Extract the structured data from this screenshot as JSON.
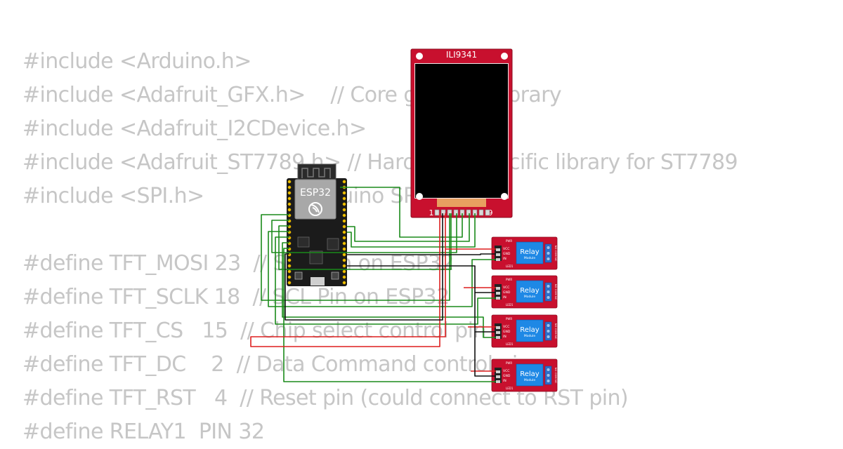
{
  "code": {
    "lines": [
      "#include <Arduino.h>",
      "#include <Adafruit_GFX.h>    // Core graphics library",
      "#include <Adafruit_I2CDevice.h>",
      "#include <Adafruit_ST7789.h> // Hardware-specific library for ST7789",
      "#include <SPI.h>             // Arduino SPI library",
      "",
      "#define TFT_MOSI 23  // SDA Pin on ESP32",
      "#define TFT_SCLK 18  // SCL Pin on ESP32",
      "#define TFT_CS   15  // Chip select control pin",
      "#define TFT_DC    2  // Data Command control pin",
      "#define TFT_RST   4  // Reset pin (could connect to RST pin)",
      "#define RELAY1  PIN 32"
    ]
  },
  "display": {
    "title": "ILI9341",
    "pin_first": "1",
    "pin_last": "9"
  },
  "board": {
    "label": "ESP32"
  },
  "relay": {
    "label": "Relay",
    "sublabel": "Module",
    "pin_vcc": "VCC",
    "pin_gnd": "GND",
    "pin_in": "IN",
    "led_top": "PWR",
    "led_bottom": "LED1",
    "terminal_text": "NO COM NC"
  },
  "colors": {
    "wire_green": "#1a8a1a",
    "wire_red": "#dd1f1f",
    "wire_black": "#111111",
    "pcb_red": "#c8102e",
    "relay_blue": "#1e88e5",
    "board_black": "#1b1b1b"
  }
}
